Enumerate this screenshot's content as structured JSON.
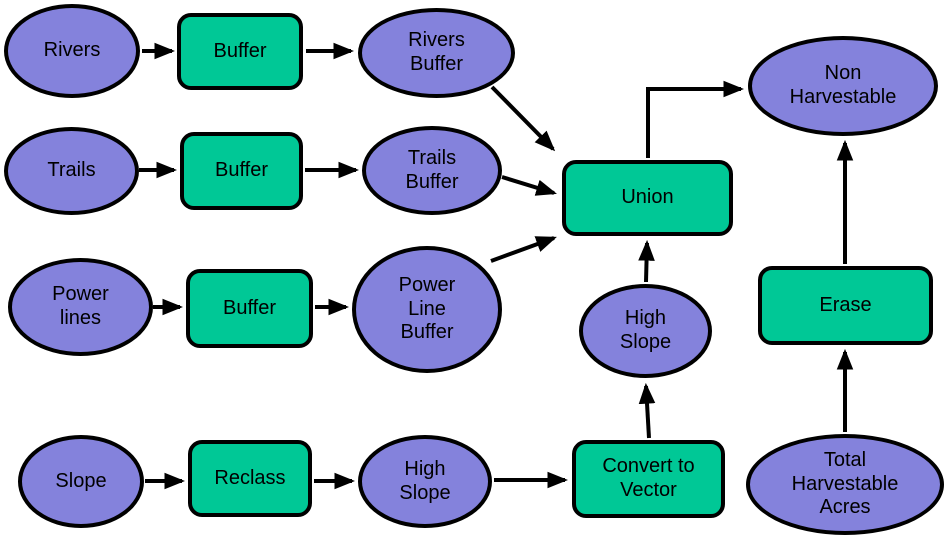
{
  "diagram": {
    "type": "flowchart",
    "description": "GIS ModelBuilder-style workflow computing non-harvestable areas from rivers, trails, power lines and slope",
    "colors": {
      "data_node_fill": "#8482DC",
      "tool_node_fill": "#00C896",
      "stroke": "#000000",
      "background": "#FFFFFF"
    },
    "nodes": {
      "rivers": {
        "label": "Rivers",
        "shape": "ellipse",
        "role": "data"
      },
      "buffer_rivers": {
        "label": "Buffer",
        "shape": "rounded-rect",
        "role": "tool"
      },
      "rivers_buffer": {
        "label": "Rivers\nBuffer",
        "shape": "ellipse",
        "role": "data"
      },
      "trails": {
        "label": "Trails",
        "shape": "ellipse",
        "role": "data"
      },
      "buffer_trails": {
        "label": "Buffer",
        "shape": "rounded-rect",
        "role": "tool"
      },
      "trails_buffer": {
        "label": "Trails\nBuffer",
        "shape": "ellipse",
        "role": "data"
      },
      "power_lines": {
        "label": "Power\nlines",
        "shape": "ellipse",
        "role": "data"
      },
      "buffer_power_lines": {
        "label": "Buffer",
        "shape": "rounded-rect",
        "role": "tool"
      },
      "power_line_buffer": {
        "label": "Power\nLine\nBuffer",
        "shape": "ellipse",
        "role": "data"
      },
      "slope": {
        "label": "Slope",
        "shape": "ellipse",
        "role": "data"
      },
      "reclass": {
        "label": "Reclass",
        "shape": "rounded-rect",
        "role": "tool"
      },
      "high_slope_raster": {
        "label": "High\nSlope",
        "shape": "ellipse",
        "role": "data"
      },
      "convert_to_vector": {
        "label": "Convert to\nVector",
        "shape": "rounded-rect",
        "role": "tool"
      },
      "high_slope_vector": {
        "label": "High\nSlope",
        "shape": "ellipse",
        "role": "data"
      },
      "union": {
        "label": "Union",
        "shape": "rounded-rect",
        "role": "tool"
      },
      "non_harvestable": {
        "label": "Non\nHarvestable",
        "shape": "ellipse",
        "role": "data"
      },
      "erase": {
        "label": "Erase",
        "shape": "rounded-rect",
        "role": "tool"
      },
      "total_harvestable_acres": {
        "label": "Total\nHarvestable\nAcres",
        "shape": "ellipse",
        "role": "data"
      }
    },
    "edges": [
      {
        "from": "rivers",
        "to": "buffer_rivers"
      },
      {
        "from": "buffer_rivers",
        "to": "rivers_buffer"
      },
      {
        "from": "trails",
        "to": "buffer_trails"
      },
      {
        "from": "buffer_trails",
        "to": "trails_buffer"
      },
      {
        "from": "power_lines",
        "to": "buffer_power_lines"
      },
      {
        "from": "buffer_power_lines",
        "to": "power_line_buffer"
      },
      {
        "from": "slope",
        "to": "reclass"
      },
      {
        "from": "reclass",
        "to": "high_slope_raster"
      },
      {
        "from": "high_slope_raster",
        "to": "convert_to_vector"
      },
      {
        "from": "rivers_buffer",
        "to": "union"
      },
      {
        "from": "trails_buffer",
        "to": "union"
      },
      {
        "from": "power_line_buffer",
        "to": "union"
      },
      {
        "from": "convert_to_vector",
        "to": "high_slope_vector"
      },
      {
        "from": "high_slope_vector",
        "to": "union"
      },
      {
        "from": "union",
        "to": "non_harvestable"
      },
      {
        "from": "total_harvestable_acres",
        "to": "erase"
      },
      {
        "from": "erase",
        "to": "non_harvestable"
      }
    ]
  }
}
